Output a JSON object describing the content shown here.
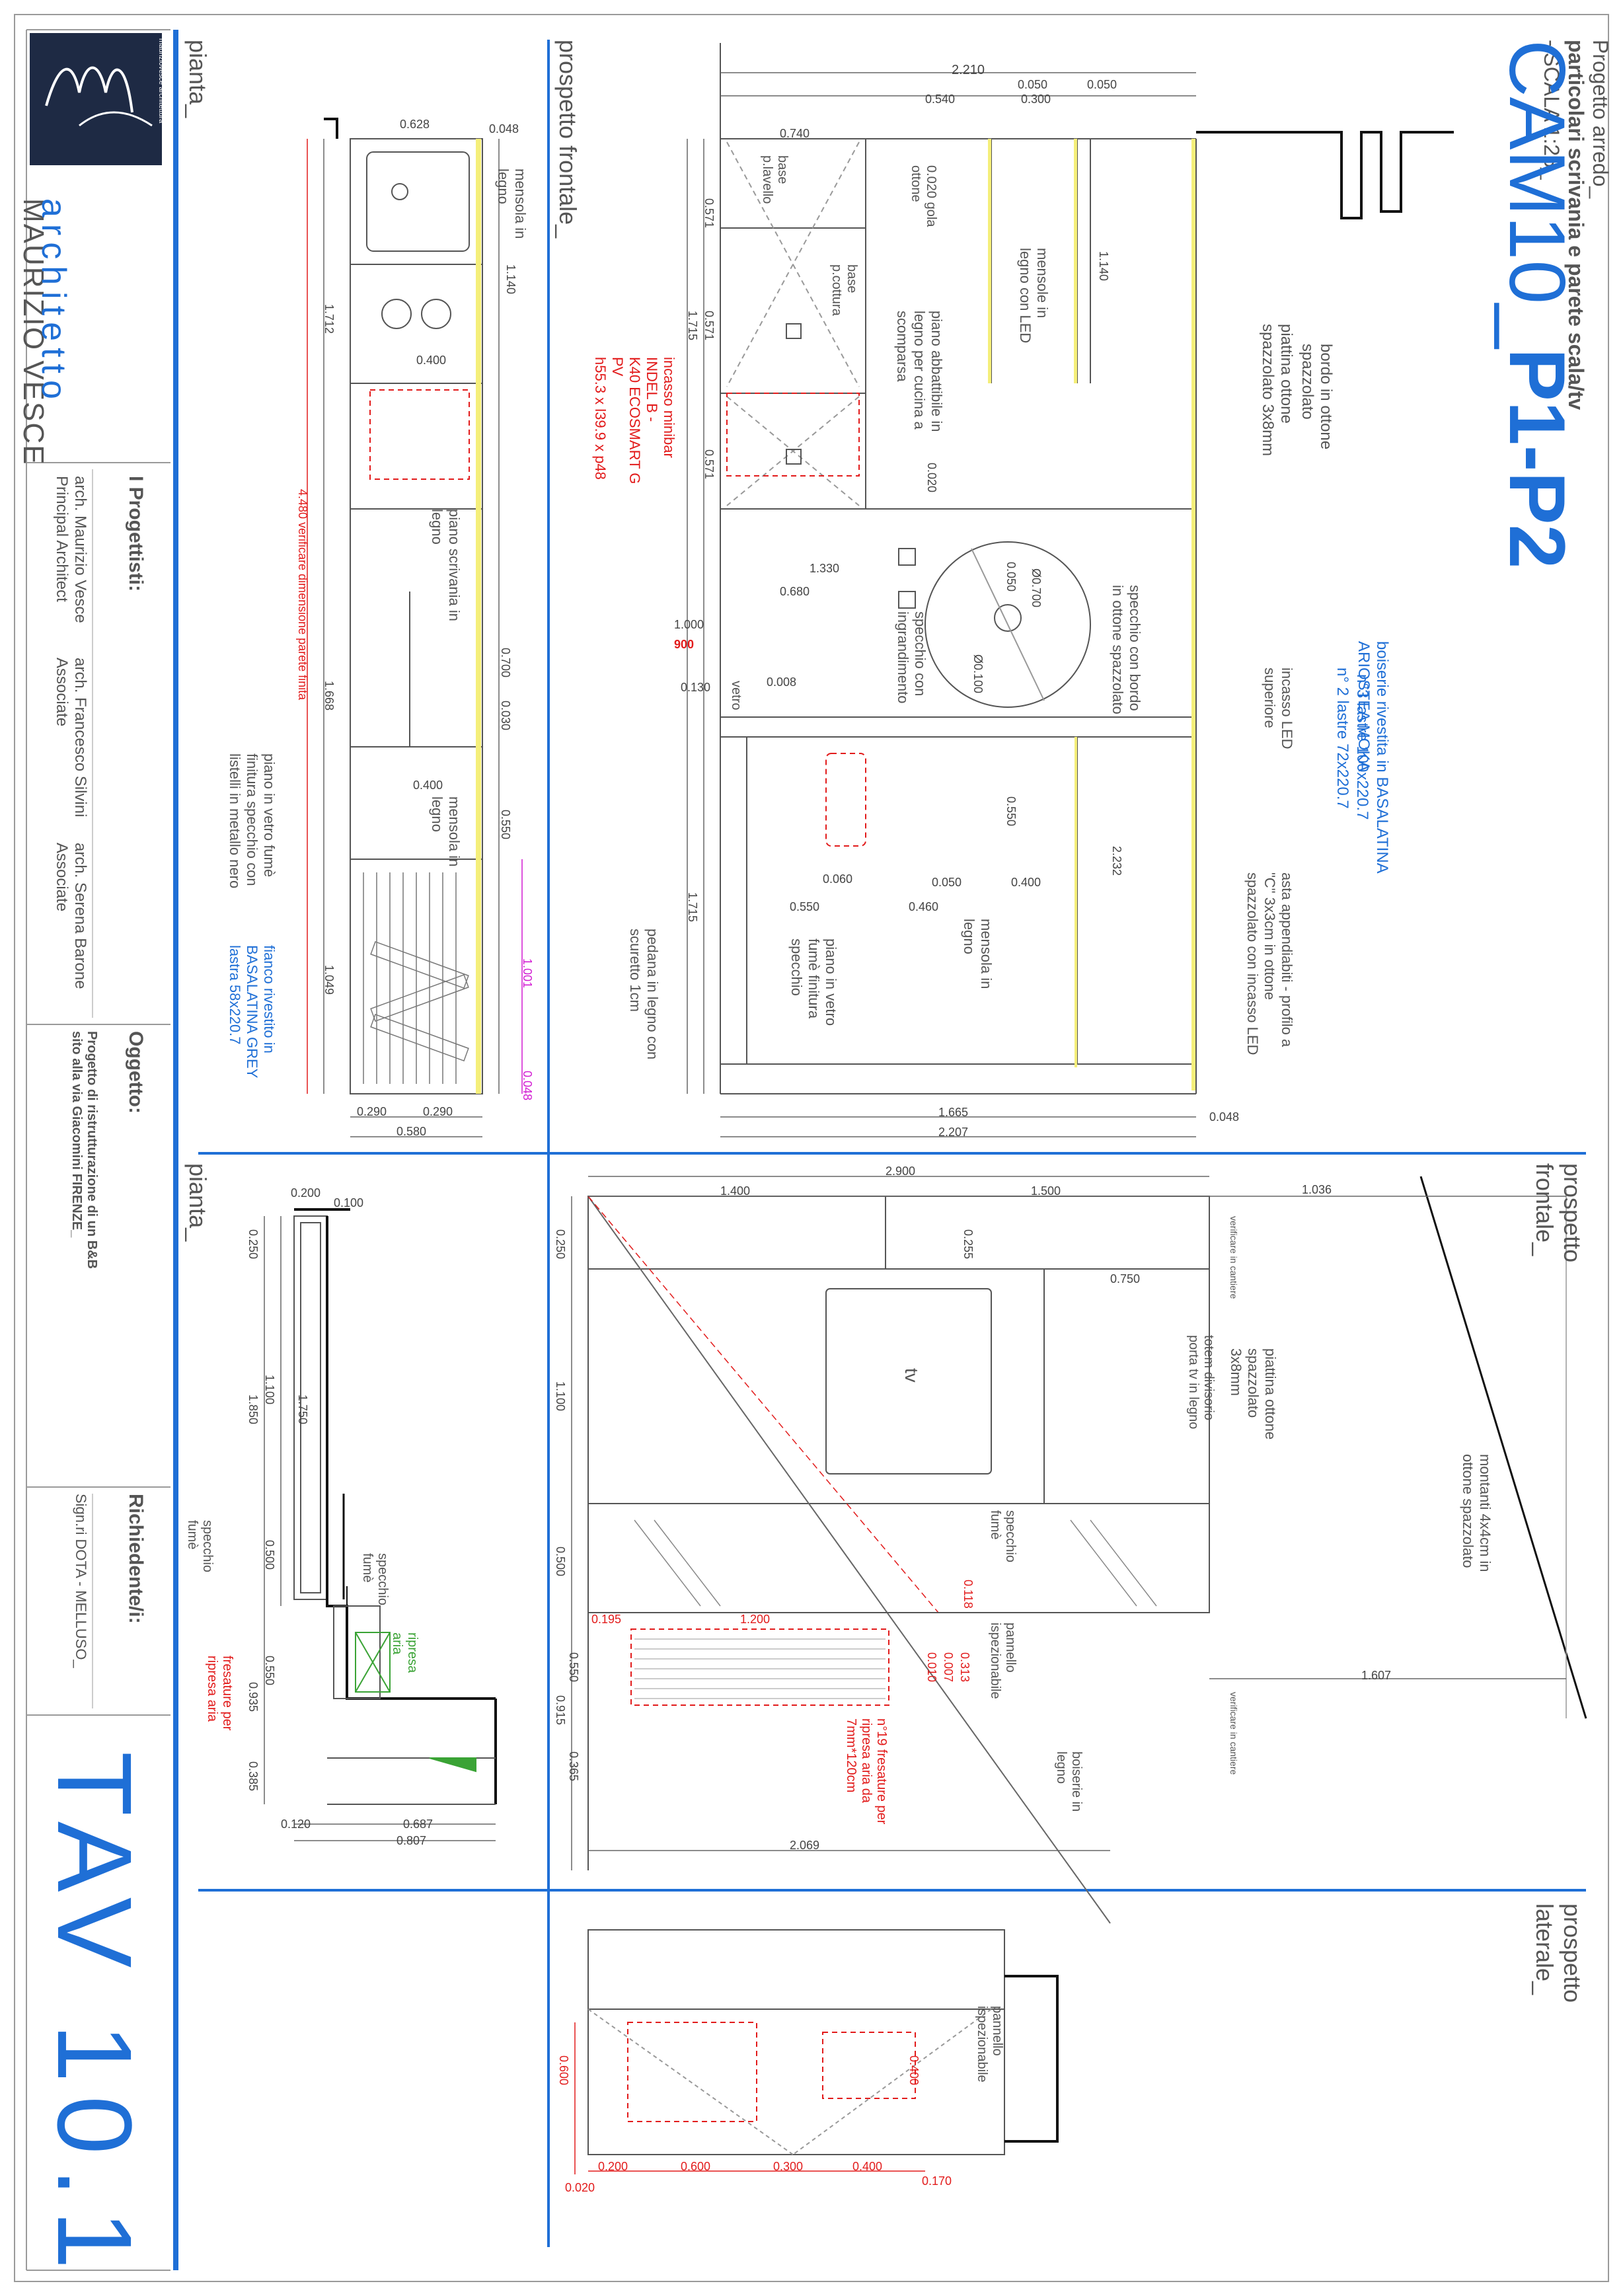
{
  "colors": {
    "accent_blue": "#1f6fd6",
    "frame": "#9a9a9a",
    "dim_red": "#e21b1b",
    "dim_green": "#3aa335",
    "dim_magenta": "#d21bd2",
    "logo_bg": "#1e2a44"
  },
  "sheet": {
    "project_prefix": "Progetto arredo_",
    "project_subject": "particolari scrivania e parete scala/tv",
    "scale": "- SCALA 1:25_",
    "room_code_a": "CAM10_",
    "room_code_b": "P1-P2",
    "table_number": "TAV 10.1"
  },
  "title_block": {
    "logo_caption": "mauriziovesce architettura",
    "firm_name": "MAURIZIO VESCE",
    "firm_role": "architetto",
    "designers_label": "I Progettisti:",
    "designers": [
      {
        "name": "arch. Maurizio Vesce",
        "role": "Principal Architect"
      },
      {
        "name": "arch. Francesco Silvini",
        "role": "Associate"
      },
      {
        "name": "arch. Serena Barone",
        "role": "Associate"
      }
    ],
    "object_label": "Oggetto:",
    "object_line1": "Progetto di ristrutturazione di un B&B",
    "object_line2": "sito alla via Giacomini FIRENZE_",
    "client_label": "Richiedente/i:",
    "client_name": "Sign.ri DOTA - MELLUSO_"
  },
  "views": {
    "pianta": "pianta_",
    "prospetto_frontale": "prospetto frontale_",
    "prospetto_laterale": "prospetto laterale_"
  },
  "annotations": {
    "top_right": [
      "bordo in ottone spazzolato",
      "piattina ottone spazzolato 3x8mm",
      "boiserie rivestita in BASALATINA ARIOSTEA MOKA",
      "n°3 lastre 100x220.7",
      "n° 2 lastre 72x220.7",
      "incasso LED superiore",
      "asta appendiabiti - profilo a \"C\" 3x3cm in ottone spazzolato con incasso LED",
      "specchio con bordo in ottone spazzolato",
      "specchio con ingrandimento",
      "mensole in legno con LED",
      "piano abbattibile in legno per cucina a scomparsa",
      "base p.lavello",
      "base p.cottura",
      "0.020 gola ottone",
      "mensola in legno",
      "piano in vetro fumè finitura specchio",
      "pedana in legno con scuretto 1cm",
      "vetro"
    ],
    "minibar": [
      "incasso minibar",
      "INDEL B -",
      "K40 ECOSMART G PV",
      "h55.3 x l39.9 x p48"
    ],
    "top_left": [
      "mensola in legno",
      "piano scrivania in legno",
      "mensola in legno",
      "piano in vetro fumè finitura specchio con listelli in metallo nero",
      "fianco rivestito in BASALATINA GREY lastra 58x220.7",
      "4.480 verificare dimensione parete finita"
    ],
    "bottom_right": [
      "montanti 4x4cm in ottone spazzolato",
      "piattina ottone spazzolato 3x8mm",
      "totem divisorio porta tv in legno",
      "tv",
      "specchio fumè",
      "pannello ispezionabile",
      "boiserie in legno",
      "n°19 fresature per ripresa aria da 7mm*120cm",
      "verificare in cantiere",
      "verificare in cantiere"
    ],
    "bottom_left": [
      "specchio fumè",
      "specchio fumè",
      "ripresa aria",
      "fresature per ripresa aria"
    ],
    "lateral": [
      "pannello ispezionabile"
    ]
  },
  "dimensions": {
    "top_front": [
      "2.210",
      "0.050",
      "0.050",
      "0.540",
      "0.300",
      "0.740",
      "1.140",
      "0.571",
      "0.571",
      "0.571",
      "1.715",
      "0.020",
      "1.330",
      "0.680",
      "0.050",
      "Ø0.700",
      "Ø0.100",
      "1.000",
      "900",
      "0.130",
      "0.008",
      "0.550",
      "0.060",
      "0.050",
      "0.400",
      "0.550",
      "0.460",
      "2.232",
      "1.715",
      "1.665",
      "2.207",
      "0.048"
    ],
    "top_plan": [
      "0.628",
      "0.048",
      "1.140",
      "0.400",
      "1.712",
      "0.700",
      "0.030",
      "0.400",
      "1.668",
      "0.550",
      "1.001",
      "1.049",
      "0.290",
      "0.290",
      "0.580",
      "0.048"
    ],
    "bottom_front": [
      "2.900",
      "1.400",
      "1.500",
      "1.036",
      "0.250",
      "0.255",
      "0.750",
      "1.100",
      "0.500",
      "0.118",
      "0.195",
      "1.200",
      "0.313",
      "0.007",
      "0.010",
      "0.550",
      "0.915",
      "0.365",
      "1.607",
      "2.069"
    ],
    "bottom_plan": [
      "0.200",
      "0.100",
      "0.250",
      "1.100",
      "1.850",
      "1.750",
      "0.500",
      "0.550",
      "0.935",
      "0.385",
      "0.120",
      "0.687",
      "0.807"
    ],
    "lateral": [
      "0.600",
      "0.400",
      "0.200",
      "0.600",
      "0.300",
      "0.400",
      "0.170",
      "0.020"
    ]
  }
}
